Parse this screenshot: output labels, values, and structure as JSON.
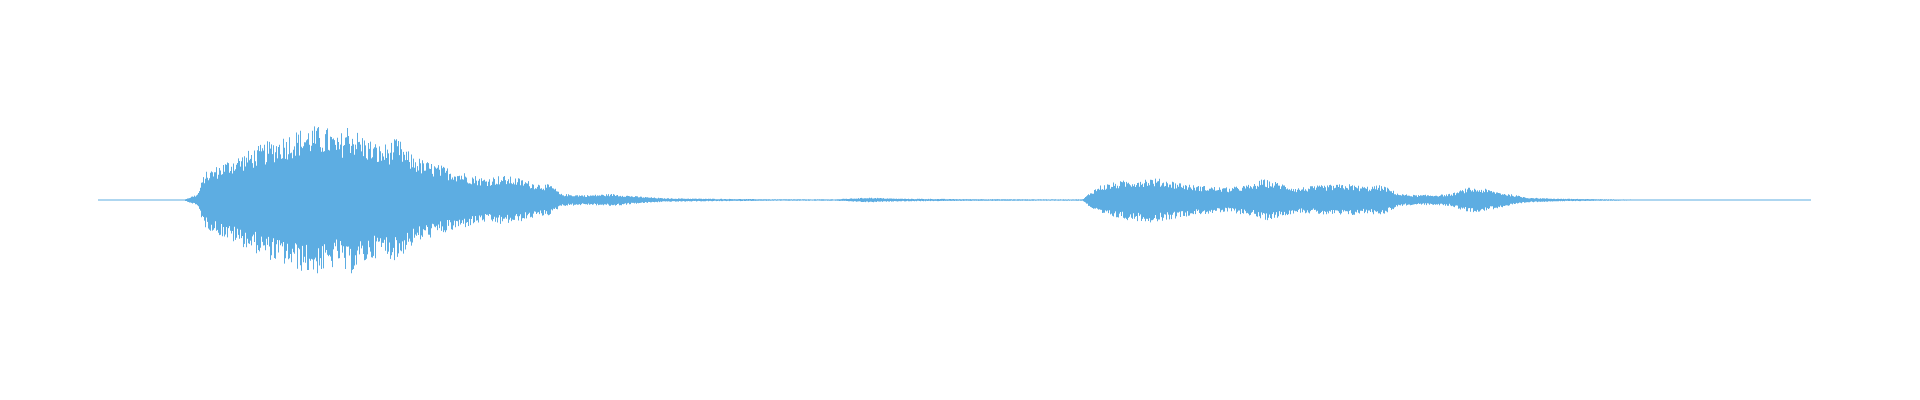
{
  "waveform": {
    "color": "#5dade2",
    "background": "#ffffff",
    "envelope": [
      [
        0.0,
        0.003
      ],
      [
        0.05,
        0.003
      ],
      [
        0.058,
        0.05
      ],
      [
        0.062,
        0.22
      ],
      [
        0.075,
        0.32
      ],
      [
        0.085,
        0.38
      ],
      [
        0.1,
        0.48
      ],
      [
        0.115,
        0.56
      ],
      [
        0.125,
        0.6
      ],
      [
        0.135,
        0.58
      ],
      [
        0.14,
        0.5
      ],
      [
        0.145,
        0.62
      ],
      [
        0.155,
        0.52
      ],
      [
        0.165,
        0.44
      ],
      [
        0.175,
        0.5
      ],
      [
        0.18,
        0.4
      ],
      [
        0.19,
        0.32
      ],
      [
        0.2,
        0.28
      ],
      [
        0.21,
        0.24
      ],
      [
        0.225,
        0.18
      ],
      [
        0.235,
        0.2
      ],
      [
        0.245,
        0.18
      ],
      [
        0.255,
        0.14
      ],
      [
        0.265,
        0.12
      ],
      [
        0.27,
        0.05
      ],
      [
        0.285,
        0.04
      ],
      [
        0.3,
        0.05
      ],
      [
        0.315,
        0.03
      ],
      [
        0.33,
        0.015
      ],
      [
        0.36,
        0.01
      ],
      [
        0.4,
        0.006
      ],
      [
        0.43,
        0.006
      ],
      [
        0.45,
        0.02
      ],
      [
        0.465,
        0.012
      ],
      [
        0.5,
        0.008
      ],
      [
        0.55,
        0.006
      ],
      [
        0.575,
        0.006
      ],
      [
        0.579,
        0.06
      ],
      [
        0.585,
        0.12
      ],
      [
        0.6,
        0.16
      ],
      [
        0.615,
        0.18
      ],
      [
        0.625,
        0.16
      ],
      [
        0.64,
        0.12
      ],
      [
        0.66,
        0.1
      ],
      [
        0.675,
        0.13
      ],
      [
        0.68,
        0.17
      ],
      [
        0.69,
        0.14
      ],
      [
        0.7,
        0.1
      ],
      [
        0.715,
        0.12
      ],
      [
        0.73,
        0.13
      ],
      [
        0.74,
        0.11
      ],
      [
        0.75,
        0.12
      ],
      [
        0.76,
        0.05
      ],
      [
        0.77,
        0.04
      ],
      [
        0.785,
        0.045
      ],
      [
        0.79,
        0.05
      ],
      [
        0.8,
        0.1
      ],
      [
        0.81,
        0.09
      ],
      [
        0.82,
        0.06
      ],
      [
        0.835,
        0.02
      ],
      [
        0.85,
        0.012
      ],
      [
        0.87,
        0.008
      ],
      [
        0.9,
        0.004
      ],
      [
        0.94,
        0.002
      ],
      [
        1.0,
        0.002
      ]
    ]
  }
}
